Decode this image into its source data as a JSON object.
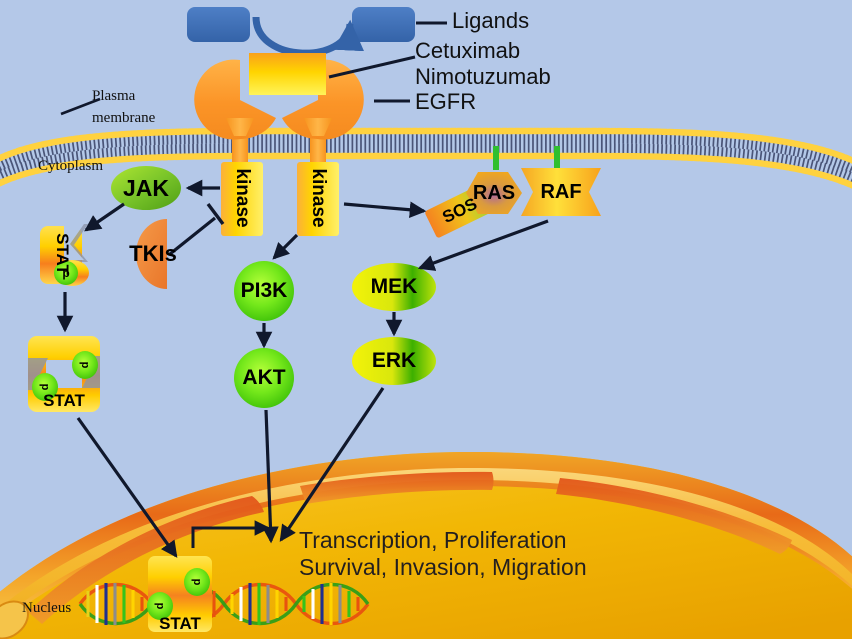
{
  "meta": {
    "title": "EGFR signaling pathway diagram",
    "background_color": "#b4c8e8"
  },
  "colors": {
    "background": "#b4c8e8",
    "ligand_blue": "#3f6eb5",
    "receptor_orange": "#f7931e",
    "antibody_yellow": "#ffd400",
    "membrane_head": "#ffd23f",
    "membrane_tail": "#4a5578",
    "green_node": "#5fe014",
    "yellow_green": "#e8e80a",
    "tki_orange": "#ef8033",
    "nucleus_fill": "#f2b705",
    "nucleus_envelope": "#e05a14",
    "arrow_black": "#10182c",
    "stat_yellow": "#ffd100",
    "phospho_green": "#55d42a"
  },
  "callouts": [
    {
      "id": "ligands",
      "label": "Ligands"
    },
    {
      "id": "cetuximab",
      "label": "Cetuximab"
    },
    {
      "id": "nimotuzumab",
      "label": "Nimotuzumab"
    },
    {
      "id": "egfr",
      "label": "EGFR"
    }
  ],
  "compartments": {
    "plasma_membrane_label_line1": "Plasma",
    "plasma_membrane_label_line2": "membrane",
    "cytoplasm_label": "Cytoplasm",
    "nucleus_label": "Nucleus"
  },
  "nodes": {
    "jak": "JAK",
    "tkis": "TKIs",
    "kinase_left": "kinase",
    "kinase_right": "kinase",
    "pi3k": "PI3K",
    "akt": "AKT",
    "sos": "SOS",
    "ras": "RAS",
    "raf": "RAF",
    "mek": "MEK",
    "erk": "ERK",
    "stat_monomer": "STAT",
    "stat_dimer": "STAT",
    "stat_nuclear": "STAT",
    "phospho_mark": "p"
  },
  "outcomes": {
    "line1": "Transcription, Proliferation",
    "line2": "Survival, Invasion, Migration"
  },
  "edges": [
    {
      "from": "kinase_left",
      "to": "jak",
      "type": "activation"
    },
    {
      "from": "jak",
      "to": "stat_monomer",
      "type": "activation"
    },
    {
      "from": "tkis",
      "to": "kinase_left",
      "type": "inhibition"
    },
    {
      "from": "kinase_right",
      "to": "pi3k",
      "type": "activation"
    },
    {
      "from": "kinase_right",
      "to": "sos",
      "type": "activation"
    },
    {
      "from": "pi3k",
      "to": "akt",
      "type": "activation"
    },
    {
      "from": "raf",
      "to": "mek",
      "type": "activation"
    },
    {
      "from": "mek",
      "to": "erk",
      "type": "activation"
    },
    {
      "from": "stat_monomer",
      "to": "stat_dimer",
      "type": "activation"
    },
    {
      "from": "stat_dimer",
      "to": "stat_nuclear",
      "type": "activation"
    },
    {
      "from": "akt",
      "to": "nucleus",
      "type": "activation"
    },
    {
      "from": "erk",
      "to": "nucleus",
      "type": "activation"
    },
    {
      "from": "stat_nuclear",
      "to": "outcomes",
      "type": "activation"
    },
    {
      "from": "ligands",
      "to": "egfr",
      "type": "binding"
    }
  ]
}
